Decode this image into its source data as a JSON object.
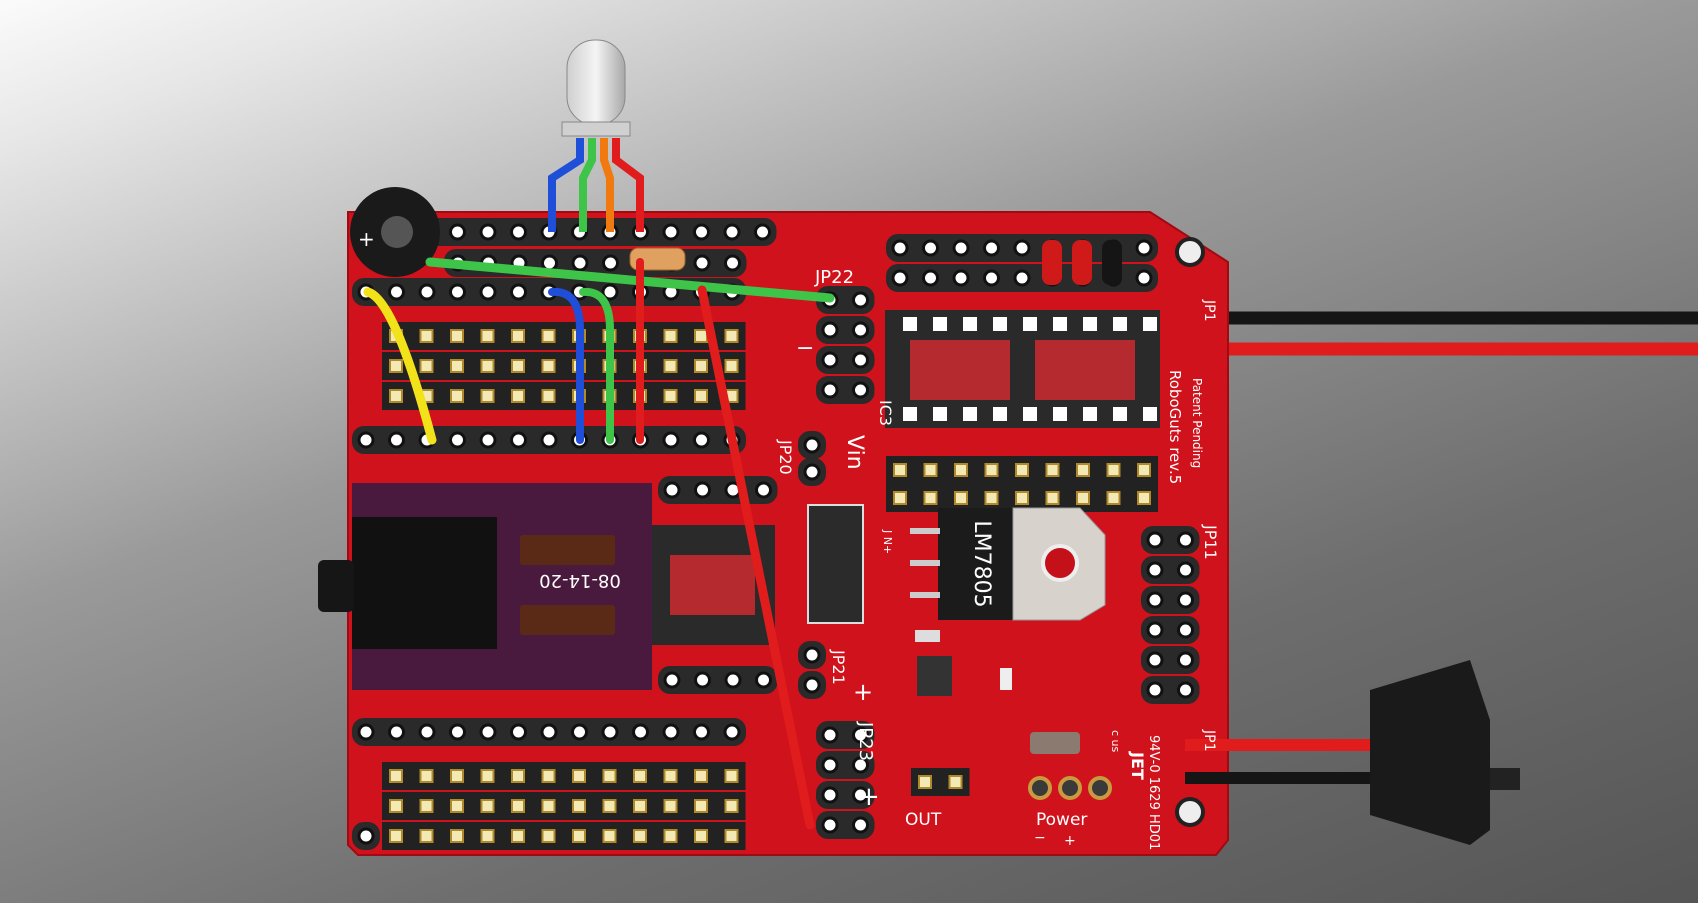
{
  "board": {
    "name": "RoboGuts rev.5",
    "patent": "Patent Pending",
    "fab_mark": "94V-0  1629 HD01",
    "brand": "JET",
    "ul_mark": "c us"
  },
  "labels": {
    "jp22": "JP22",
    "jp20": "JP20",
    "jp21": "JP21",
    "jp23": "JP23",
    "jp11": "JP11",
    "jp1a": "JP1",
    "jp1b": "JP1",
    "ic3": "IC3",
    "vin": "Vin",
    "regulator": "LM7805",
    "module_date": "08-14-20",
    "out": "OUT",
    "power": "Power",
    "plus": "+",
    "minus": "−",
    "buzzer_plus": "+",
    "jn": "J N+"
  },
  "colors": {
    "board": "#d0121c",
    "wire_red": "#e01c1c",
    "wire_black": "#151515",
    "wire_green": "#3fc44a",
    "wire_blue": "#1f4fd8",
    "wire_orange": "#f07a10",
    "wire_yellow": "#f2e21a",
    "module": "#4a1a3e"
  }
}
